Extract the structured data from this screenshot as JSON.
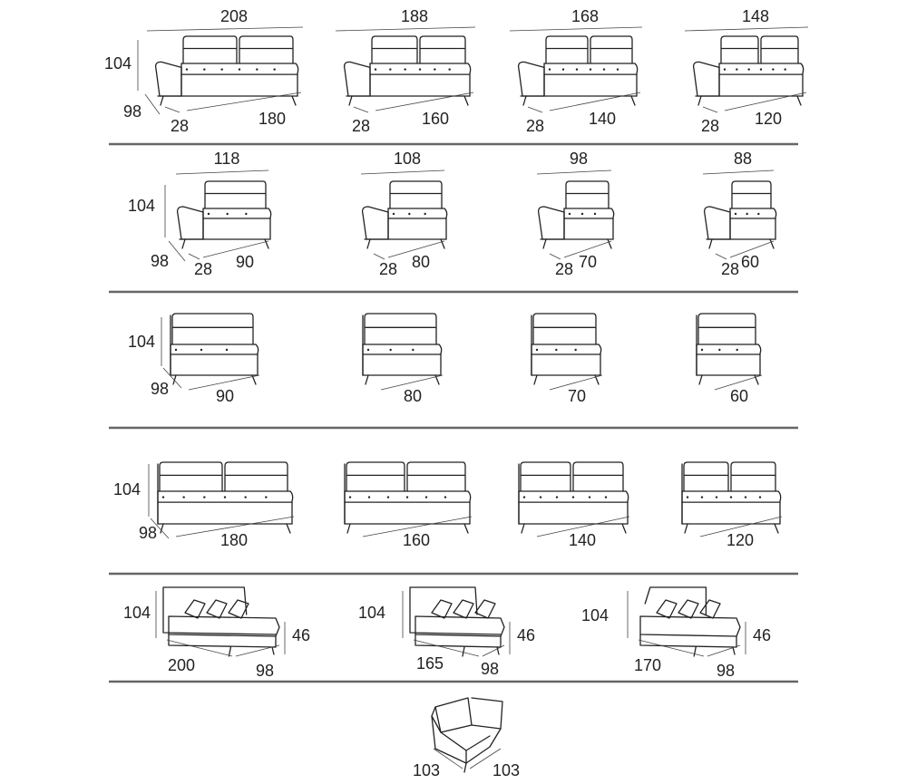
{
  "rows": [
    {
      "items": [
        {
          "width": "208",
          "height": "104",
          "depth": "98",
          "arm": "28",
          "seat": "180"
        },
        {
          "width": "188",
          "arm": "28",
          "seat": "160"
        },
        {
          "width": "168",
          "arm": "28",
          "seat": "140"
        },
        {
          "width": "148",
          "arm": "28",
          "seat": "120"
        }
      ]
    },
    {
      "items": [
        {
          "width": "118",
          "height": "104",
          "depth": "98",
          "arm": "28",
          "seat": "90"
        },
        {
          "width": "108",
          "arm": "28",
          "seat": "80"
        },
        {
          "width": "98",
          "arm": "28",
          "seat": "70"
        },
        {
          "width": "88",
          "arm": "28",
          "seat": "60"
        }
      ]
    },
    {
      "items": [
        {
          "height": "104",
          "depth": "98",
          "seat": "90"
        },
        {
          "seat": "80"
        },
        {
          "seat": "70"
        },
        {
          "seat": "60"
        }
      ]
    },
    {
      "items": [
        {
          "height": "104",
          "depth": "98",
          "seat": "180"
        },
        {
          "seat": "160"
        },
        {
          "seat": "140"
        },
        {
          "seat": "120"
        }
      ]
    },
    {
      "items": [
        {
          "height": "104",
          "length": "200",
          "depth": "98",
          "seat_height": "46"
        },
        {
          "height": "104",
          "length": "165",
          "depth": "98",
          "seat_height": "46"
        },
        {
          "height": "104",
          "length": "170",
          "depth": "98",
          "seat_height": "46"
        }
      ]
    },
    {
      "items": [
        {
          "left": "103",
          "right": "103"
        }
      ]
    }
  ]
}
